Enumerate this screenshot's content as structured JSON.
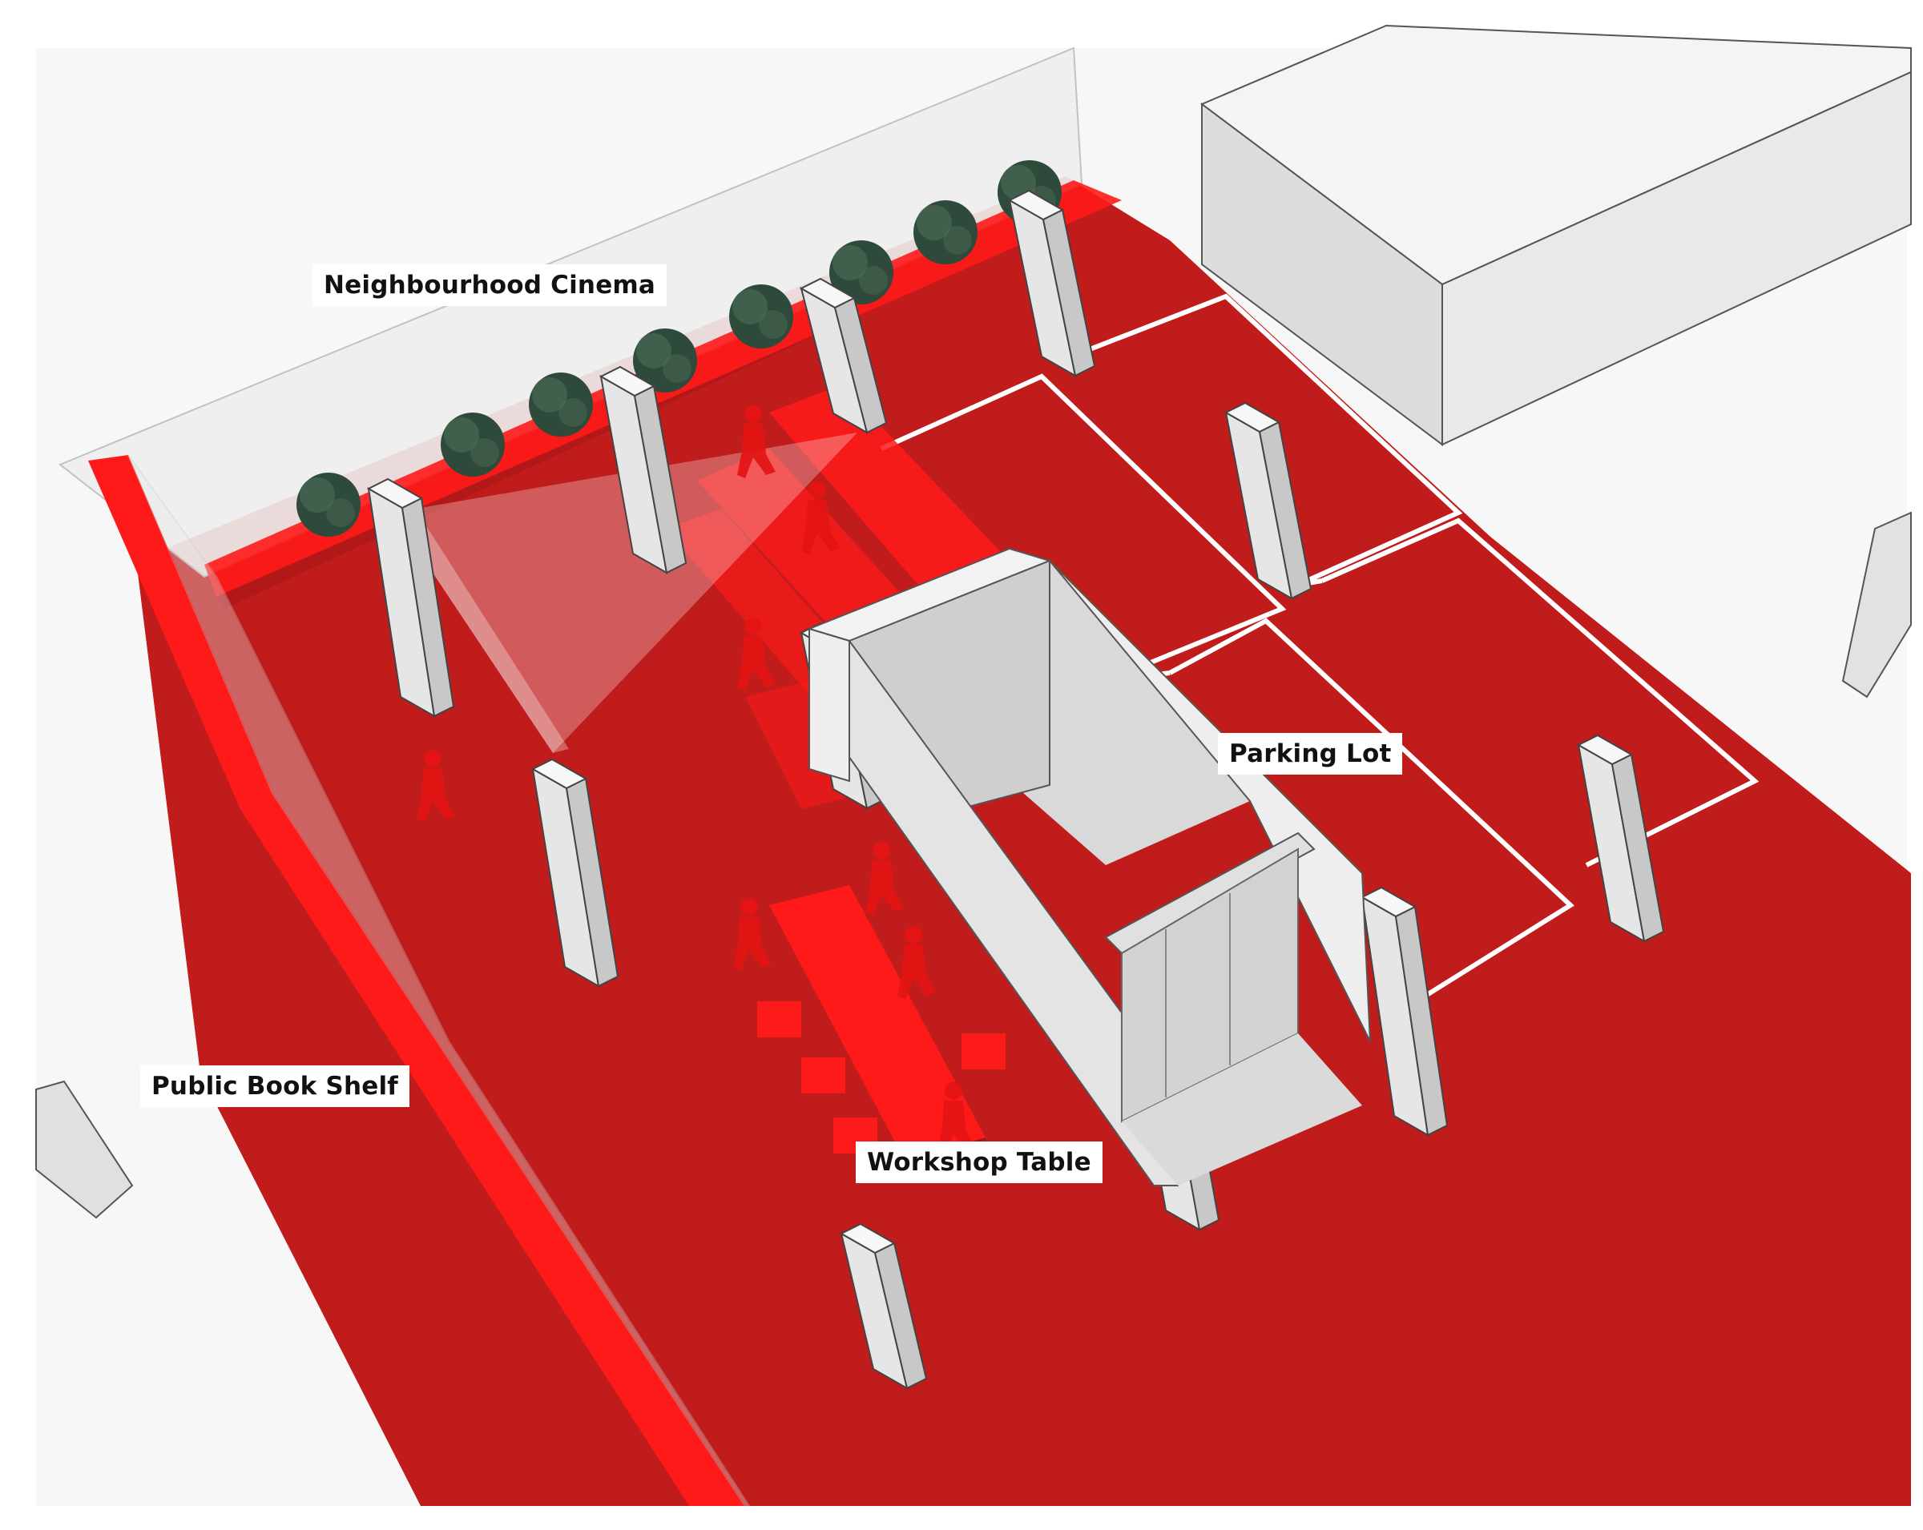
{
  "labels": {
    "cinema": "Neighbourhood Cinema",
    "parking": "Parking Lot",
    "bookshelf": "Public Book Shelf",
    "workshop": "Workshop Table"
  },
  "colors": {
    "ground": "#c01c1c",
    "ground_shadow": "#a71616",
    "highlight": "#ff1a1a",
    "wall_light": "#eeeeee",
    "wall_mid": "#dcdcdc",
    "wall_dark": "#c4c4c4",
    "pillar_front": "#e6e6e6",
    "pillar_side": "#c8c8c8",
    "pillar_top": "#f7f7f7",
    "parking_line": "#ffffff",
    "tree": "#2e4a3a",
    "tree_light": "#4f6e5a",
    "figure": "#e41414",
    "outline": "#444444"
  }
}
